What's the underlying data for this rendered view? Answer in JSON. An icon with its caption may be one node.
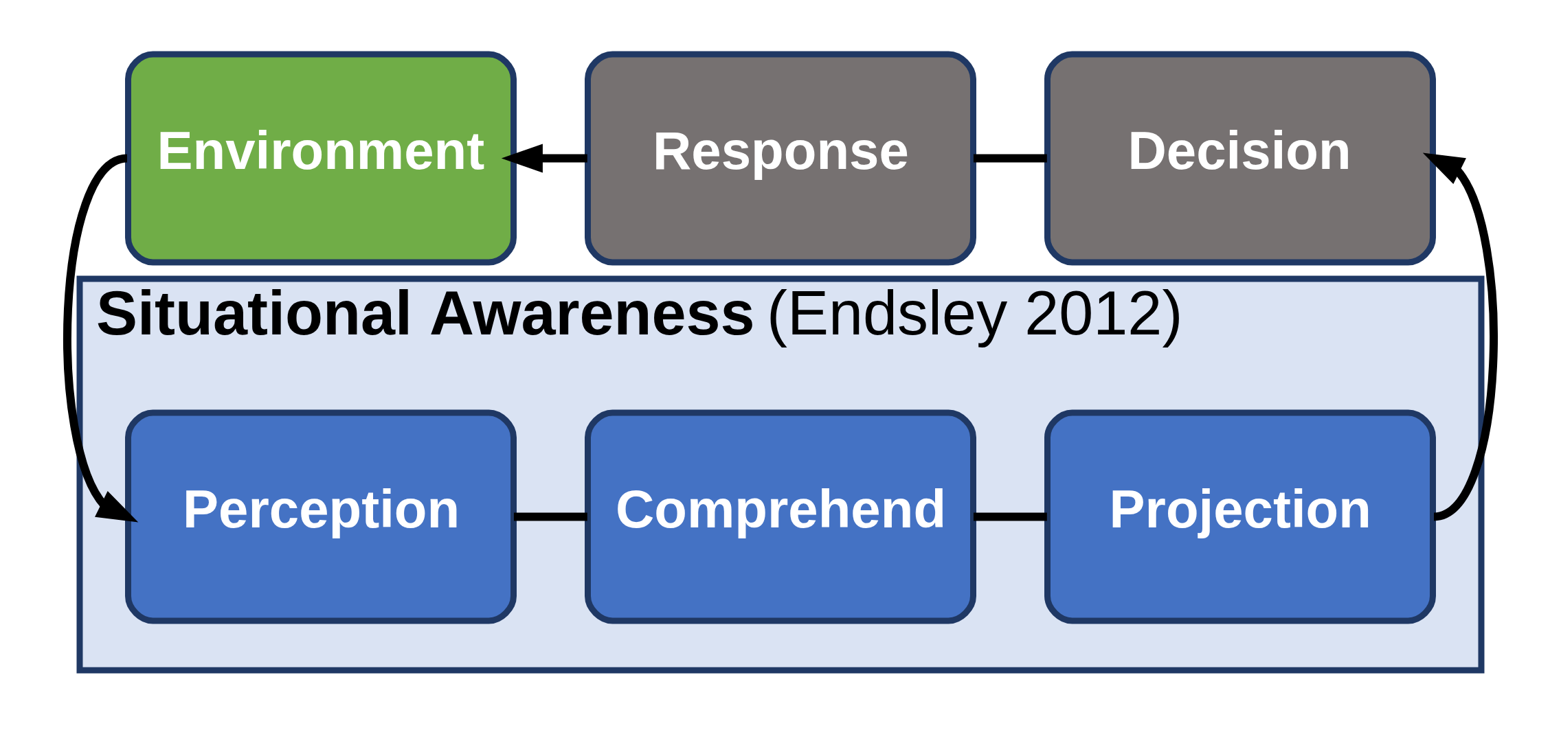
{
  "diagram": {
    "nodes": [
      {
        "text": [
          "Environment"
        ]
      },
      {
        "text": [
          "Response"
        ]
      },
      {
        "text": [
          "Decision"
        ]
      },
      {
        "text": [
          "**Situational Awareness** (Endsley 2012)"
        ]
      },
      {
        "text": [
          "Perception"
        ],
        "in": 3
      },
      {
        "text": [
          "Comprehend"
        ],
        "in": 3
      },
      {
        "text": [
          "Projection"
        ],
        "in": 3
      }
    ],
    "edges": [
      {
        "from": 1,
        "to": 0,
        "arrow": "to"
      },
      {
        "from": 2,
        "to": 1,
        "arrow": "none"
      },
      {
        "from": 0,
        "to": 4,
        "arrow": "to"
      },
      {
        "from": 4,
        "to": 5,
        "arrow": "none"
      },
      {
        "from": 5,
        "to": 6,
        "arrow": "none"
      },
      {
        "from": 6,
        "to": 2,
        "arrow": "to"
      }
    ]
  }
}
